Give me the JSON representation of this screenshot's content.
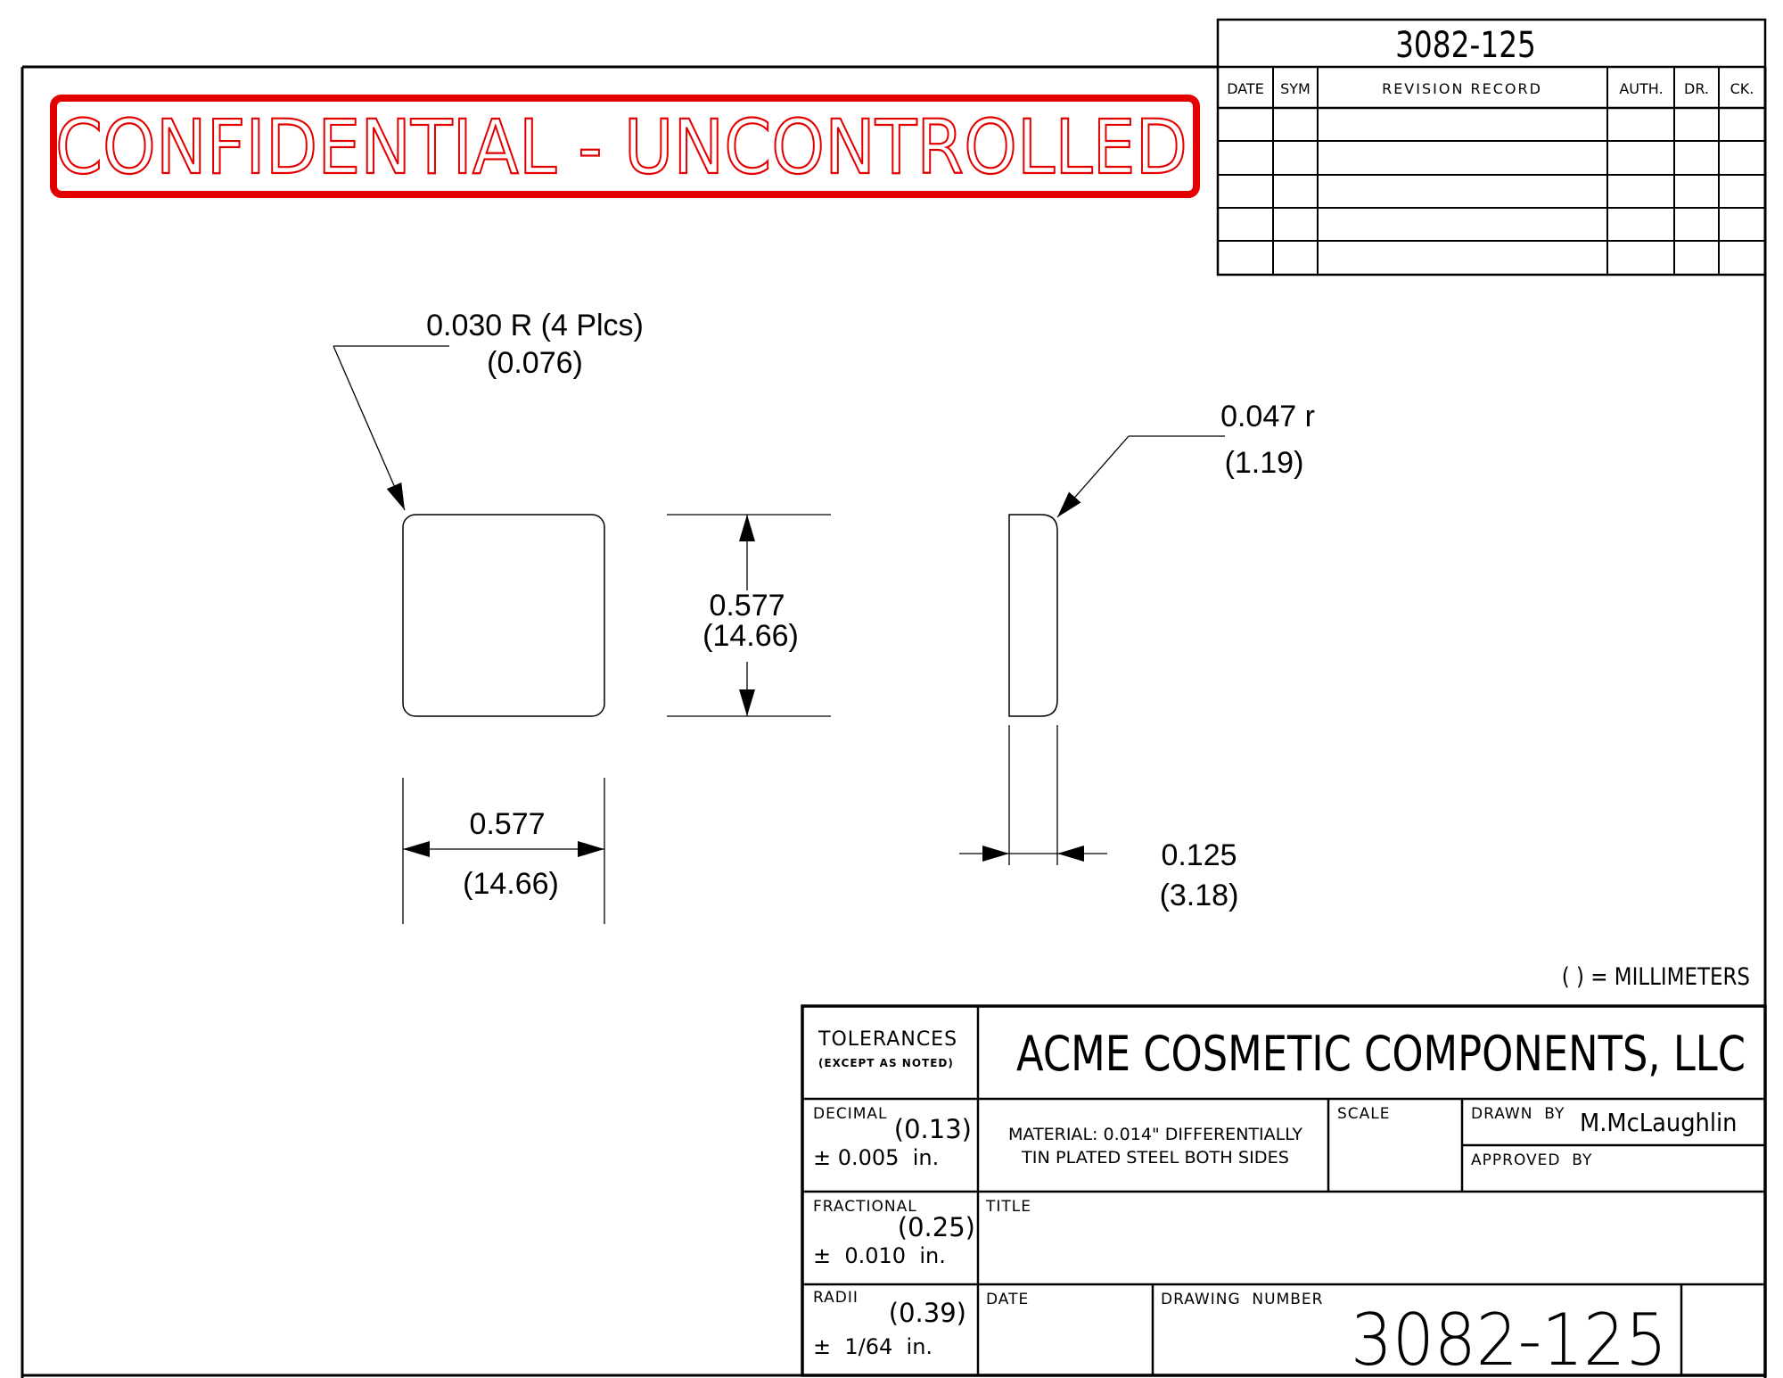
{
  "document": {
    "revision_block": {
      "drawing_number": "3082-125",
      "columns": [
        "DATE",
        "SYM",
        "REVISION RECORD",
        "AUTH.",
        "DR.",
        "CK."
      ],
      "rows": [
        [
          "",
          "",
          "",
          "",
          "",
          ""
        ],
        [
          "",
          "",
          "",
          "",
          "",
          ""
        ],
        [
          "",
          "",
          "",
          "",
          "",
          ""
        ],
        [
          "",
          "",
          "",
          "",
          "",
          ""
        ],
        [
          "",
          "",
          "",
          "",
          "",
          ""
        ]
      ]
    },
    "stamp": {
      "text": "CONFIDENTIAL - UNCONTROLLED",
      "color": "#e30000"
    },
    "dimensions": {
      "corner_radius_in": "0.030 R (4 Plcs)",
      "corner_radius_mm": "(0.076)",
      "edge_radius_in": "0.047 r",
      "edge_radius_mm": "(1.19)",
      "height_in": "0.577",
      "height_mm": "(14.66)",
      "width_in": "0.577",
      "width_mm": "(14.66)",
      "thickness_in": "0.125",
      "thickness_mm": "(3.18)"
    },
    "units_note": "( ) = MILLIMETERS",
    "title_block": {
      "tolerances_label": "TOLERANCES",
      "tolerances_sub": "(EXCEPT AS NOTED)",
      "company": "ACME COSMETIC COMPONENTS, LLC",
      "decimal_label": "DECIMAL",
      "decimal_mm": "(0.13)",
      "decimal_in": "± 0.005  in.",
      "fractional_label": "FRACTIONAL",
      "fractional_mm": "(0.25)",
      "fractional_in": "±  0.010  in.",
      "radii_label": "RADII",
      "radii_mm": "(0.39)",
      "radii_in": "±  1/64  in.",
      "material_line1": "MATERIAL: 0.014\" DIFFERENTIALLY",
      "material_line2": "TIN PLATED STEEL BOTH SIDES",
      "scale_label": "SCALE",
      "scale_value": "",
      "drawn_by_label": "DRAWN  BY",
      "drawn_by_value": "M.McLaughlin",
      "approved_by_label": "APPROVED  BY",
      "approved_by_value": "",
      "title_label": "TITLE",
      "title_value": "",
      "date_label": "DATE",
      "date_value": "",
      "drawing_number_label": "DRAWING  NUMBER",
      "drawing_number": "3082-125"
    }
  }
}
